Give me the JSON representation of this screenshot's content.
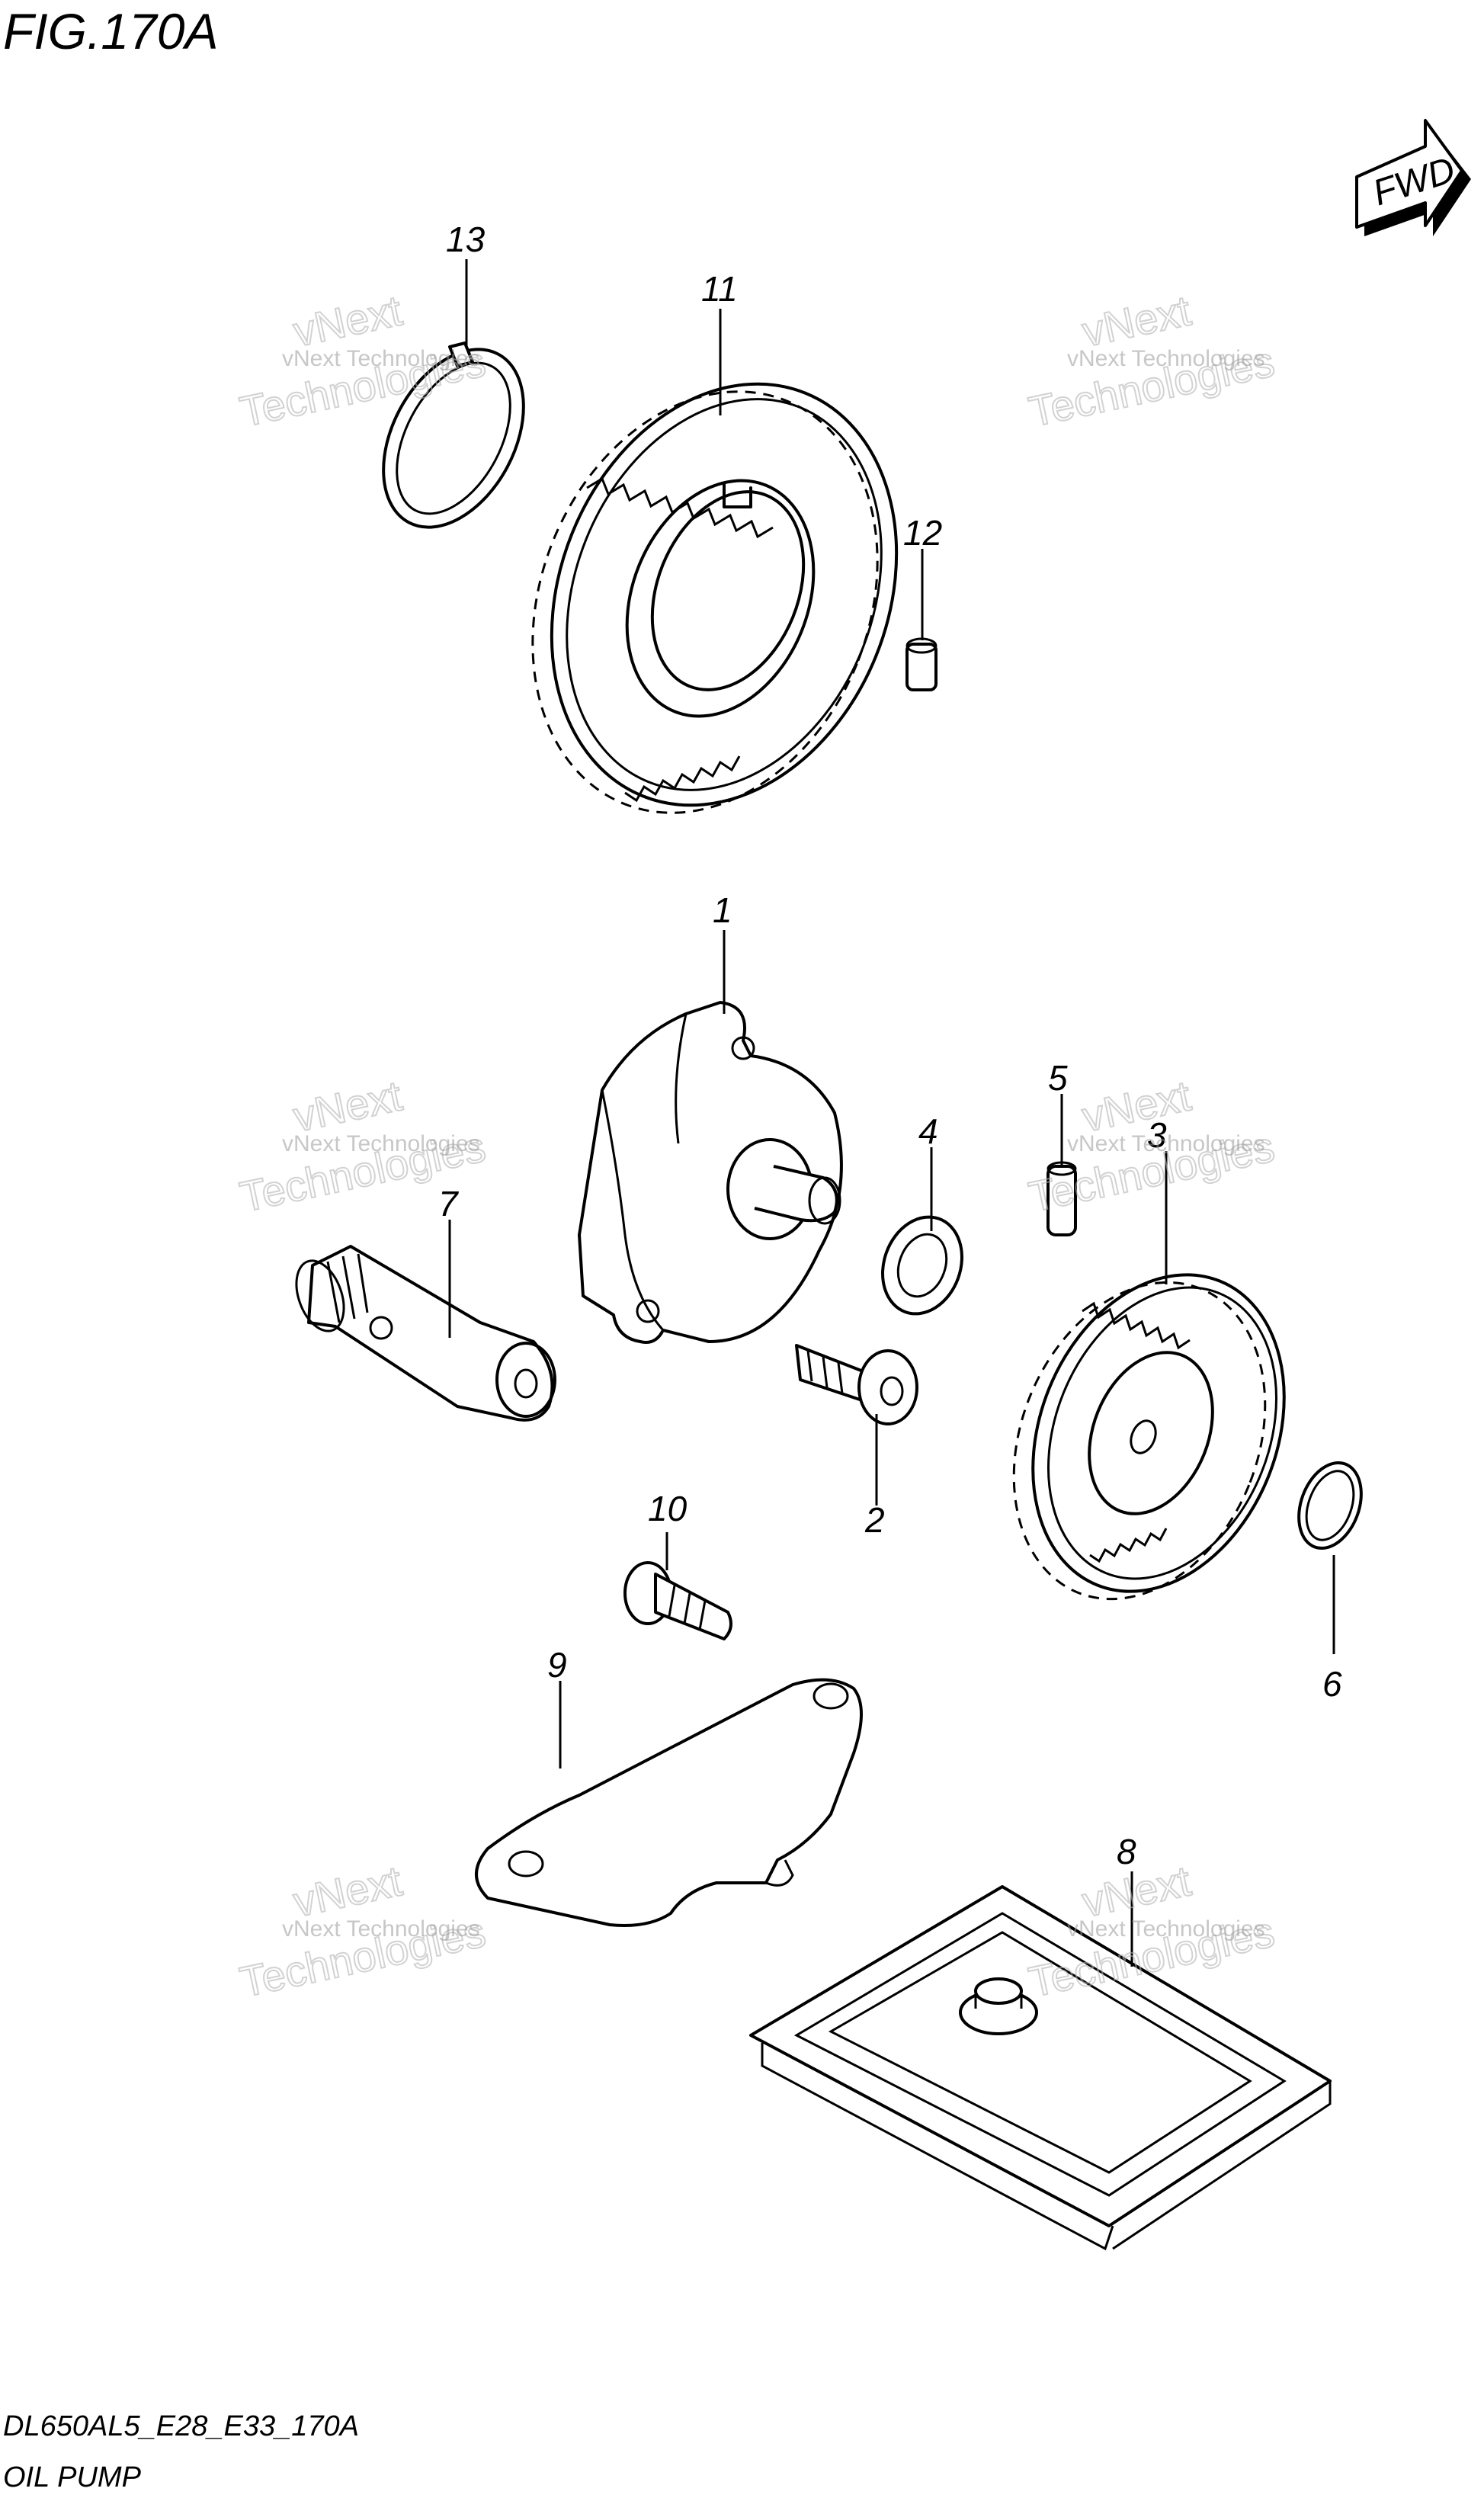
{
  "figure": {
    "title": "FIG.170A",
    "code": "DL650AL5_E28_E33_170A",
    "name": "OIL PUMP",
    "direction_label": "FWD"
  },
  "watermark": {
    "line1": "vNext Technologies",
    "line2a": "vNext",
    "line2b": "Technologies"
  },
  "callouts": [
    "1",
    "2",
    "3",
    "4",
    "5",
    "6",
    "7",
    "8",
    "9",
    "10",
    "11",
    "12",
    "13"
  ]
}
